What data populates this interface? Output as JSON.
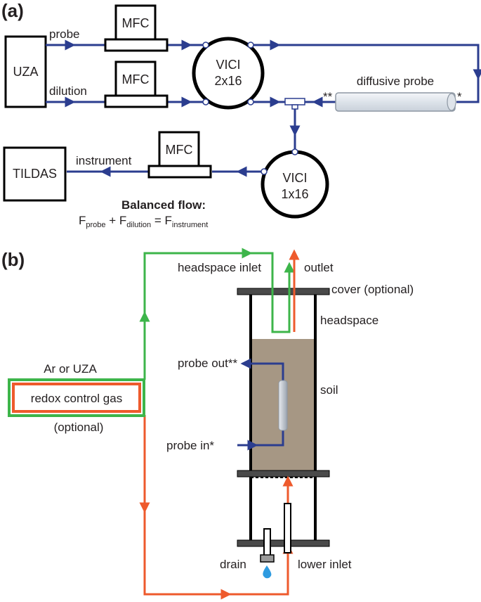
{
  "panel_a": {
    "panel_label": "(a)",
    "uza": "UZA",
    "probe": "probe",
    "dilution": "dilution",
    "mfc": "MFC",
    "vici_top_1": "VICI",
    "vici_top_2": "2x16",
    "diffusive_probe": "diffusive probe",
    "mark_double": "**",
    "mark_single": "*",
    "tildas": "TILDAS",
    "instrument": "instrument",
    "vici_bot_1": "VICI",
    "vici_bot_2": "1x16",
    "balanced_title": "Balanced flow:",
    "eq_f1": "F",
    "eq_sub1": "probe",
    "eq_plus": " + F",
    "eq_sub2": "dilution",
    "eq_equals": " = F",
    "eq_sub3": "instrument"
  },
  "panel_b": {
    "panel_label": "(b)",
    "headspace_inlet": "headspace inlet",
    "outlet": "outlet",
    "cover": "cover (optional)",
    "headspace": "headspace",
    "ar_or_uza": "Ar or UZA",
    "redox_gas": "redox control gas",
    "optional": "(optional)",
    "probe_out": "probe out**",
    "soil": "soil",
    "probe_in": "probe in*",
    "drain": "drain",
    "lower_inlet": "lower inlet"
  },
  "colors": {
    "line_blue": "#2b3d8f",
    "green": "#3db54a",
    "orange": "#ee5a2c",
    "soil": "#a69784",
    "cover_gray": "#4a4a4a",
    "water_drop": "#2e9be0",
    "black": "#000000"
  }
}
